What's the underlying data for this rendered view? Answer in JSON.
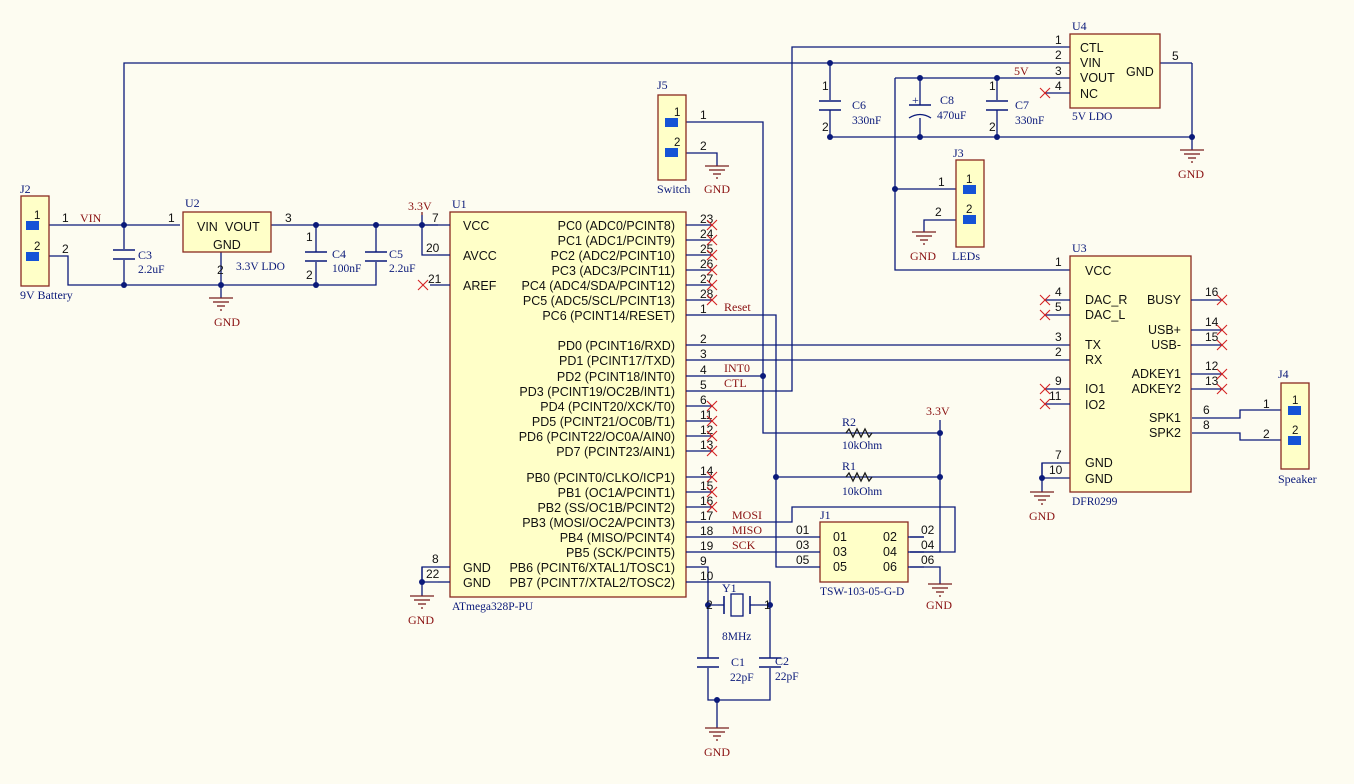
{
  "colors": {
    "background": "#fdfcf1",
    "wire": "#0b1a7a",
    "component_body": "#ffffc8",
    "component_outline": "#8a2a20",
    "net_label": "#8a1212",
    "no_connect": "#d42020",
    "pad": "#1553d6"
  },
  "nets": {
    "vin": "VIN",
    "v33a": "3.3V",
    "v33b": "3.3V",
    "v5": "5V",
    "reset": "Reset",
    "int0": "INT0",
    "ctl": "CTL",
    "mosi": "MOSI",
    "miso": "MISO",
    "sck": "SCK",
    "gnd": "GND"
  },
  "j2": {
    "ref": "J2",
    "value": "9V Battery",
    "p1": "1",
    "p2": "2"
  },
  "u2": {
    "ref": "U2",
    "value": "3.3V LDO",
    "vin": "VIN",
    "vout": "VOUT",
    "gnd": "GND",
    "p1": "1",
    "p2": "2",
    "p3": "3"
  },
  "c3": {
    "ref": "C3",
    "value": "2.2uF"
  },
  "c4": {
    "ref": "C4",
    "value": "100nF",
    "p1": "1",
    "p2": "2"
  },
  "c5": {
    "ref": "C5",
    "value": "2.2uF"
  },
  "u1": {
    "ref": "U1",
    "value": "ATmega328P-PU",
    "left": {
      "vcc": "VCC",
      "avcc": "AVCC",
      "aref": "AREF",
      "gnd1": "GND",
      "gnd2": "GND"
    },
    "left_pins": {
      "vcc": "7",
      "avcc": "20",
      "aref": "21",
      "gnd1": "8",
      "gnd2": "22"
    },
    "right": [
      {
        "label": "PC0 (ADC0/PCINT8)",
        "pin": "23"
      },
      {
        "label": "PC1 (ADC1/PCINT9)",
        "pin": "24"
      },
      {
        "label": "PC2 (ADC2/PCINT10)",
        "pin": "25"
      },
      {
        "label": "PC3 (ADC3/PCINT11)",
        "pin": "26"
      },
      {
        "label": "PC4 (ADC4/SDA/PCINT12)",
        "pin": "27"
      },
      {
        "label": "PC5 (ADC5/SCL/PCINT13)",
        "pin": "28"
      },
      {
        "label": "PC6 (PCINT14/RESET)",
        "pin": "1"
      },
      {
        "label": "PD0 (PCINT16/RXD)",
        "pin": "2"
      },
      {
        "label": "PD1 (PCINT17/TXD)",
        "pin": "3"
      },
      {
        "label": "PD2 (PCINT18/INT0)",
        "pin": "4"
      },
      {
        "label": "PD3 (PCINT19/OC2B/INT1)",
        "pin": "5"
      },
      {
        "label": "PD4 (PCINT20/XCK/T0)",
        "pin": "6"
      },
      {
        "label": "PD5 (PCINT21/OC0B/T1)",
        "pin": "11"
      },
      {
        "label": "PD6 (PCINT22/OC0A/AIN0)",
        "pin": "12"
      },
      {
        "label": "PD7 (PCINT23/AIN1)",
        "pin": "13"
      },
      {
        "label": "PB0 (PCINT0/CLKO/ICP1)",
        "pin": "14"
      },
      {
        "label": "PB1 (OC1A/PCINT1)",
        "pin": "15"
      },
      {
        "label": "PB2 (SS/OC1B/PCINT2)",
        "pin": "16"
      },
      {
        "label": "PB3 (MOSI/OC2A/PCINT3)",
        "pin": "17"
      },
      {
        "label": "PB4 (MISO/PCINT4)",
        "pin": "18"
      },
      {
        "label": "PB5 (SCK/PCINT5)",
        "pin": "19"
      },
      {
        "label": "PB6 (PCINT6/XTAL1/TOSC1)",
        "pin": "9"
      },
      {
        "label": "PB7 (PCINT7/XTAL2/TOSC2)",
        "pin": "10"
      }
    ]
  },
  "j5": {
    "ref": "J5",
    "value": "Switch",
    "p1": "1",
    "p2": "2"
  },
  "u4": {
    "ref": "U4",
    "value": "5V LDO",
    "ctl": "CTL",
    "vin": "VIN",
    "vout": "VOUT",
    "nc": "NC",
    "gnd": "GND",
    "p1": "1",
    "p2": "2",
    "p3": "3",
    "p4": "4",
    "p5": "5"
  },
  "c6": {
    "ref": "C6",
    "value": "330nF",
    "p1": "1",
    "p2": "2"
  },
  "c8": {
    "ref": "C8",
    "value": "470uF",
    "plus": "+"
  },
  "c7": {
    "ref": "C7",
    "value": "330nF",
    "p1": "1",
    "p2": "2"
  },
  "j3": {
    "ref": "J3",
    "value": "LEDs",
    "p1": "1",
    "p2": "2"
  },
  "u3": {
    "ref": "U3",
    "value": "DFR0299",
    "vcc": "VCC",
    "dacr": "DAC_R",
    "dacl": "DAC_L",
    "tx": "TX",
    "rx": "RX",
    "io1": "IO1",
    "io2": "IO2",
    "gnd1": "GND",
    "gnd2": "GND",
    "busy": "BUSY",
    "usbp": "USB+",
    "usbm": "USB-",
    "adk1": "ADKEY1",
    "adk2": "ADKEY2",
    "spk1": "SPK1",
    "spk2": "SPK2",
    "pins": {
      "vcc": "1",
      "dacr": "4",
      "dacl": "5",
      "tx": "3",
      "rx": "2",
      "io1": "9",
      "io2": "11",
      "gnd1": "7",
      "gnd2": "10",
      "busy": "16",
      "usbp": "14",
      "usbm": "15",
      "adk1": "12",
      "adk2": "13",
      "spk1": "6",
      "spk2": "8"
    }
  },
  "j4": {
    "ref": "J4",
    "value": "Speaker",
    "p1": "1",
    "p2": "2"
  },
  "r2": {
    "ref": "R2",
    "value": "10kOhm"
  },
  "r1": {
    "ref": "R1",
    "value": "10kOhm"
  },
  "j1": {
    "ref": "J1",
    "value": "TSW-103-05-G-D",
    "p01": "01",
    "p02": "02",
    "p03": "03",
    "p04": "04",
    "p05": "05",
    "p06": "06"
  },
  "y1": {
    "ref": "Y1",
    "value": "8MHz",
    "p1": "1",
    "p2": "2"
  },
  "c1": {
    "ref": "C1",
    "value": "22pF"
  },
  "c2": {
    "ref": "C2",
    "value": "22pF"
  }
}
